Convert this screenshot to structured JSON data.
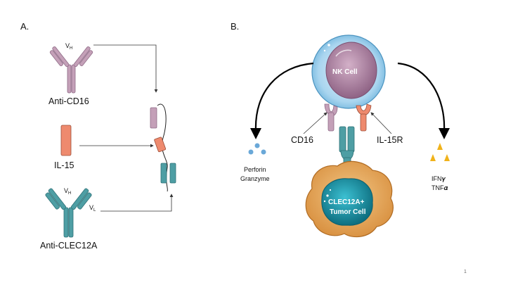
{
  "panels": {
    "a_label": "A.",
    "b_label": "B."
  },
  "panel_a": {
    "anti_cd16_label": "Anti-CD16",
    "vh_top": "V",
    "vh_top_sub": "H",
    "il15_label": "IL-15",
    "anti_clec12a_label": "Anti-CLEC12A",
    "vh_bottom": "V",
    "vh_bottom_sub": "H",
    "vl_bottom": "V",
    "vl_bottom_sub": "L"
  },
  "panel_b": {
    "nk_cell_label": "NK Cell",
    "tumor_cell_line1": "CLEC12A+",
    "tumor_cell_line2": "Tumor Cell",
    "cd16_label": "CD16",
    "il15r_label": "IL-15R",
    "perforin_label": "Perforin",
    "granzyme_label": "Granzyme",
    "ifn_label": "IFN𝜸",
    "tnf_label": "TNF𝜶"
  },
  "page_number": "1",
  "colors": {
    "mauve": "#c4a0b8",
    "mauve_dark": "#8e6a86",
    "salmon": "#ee8a6e",
    "teal": "#4e9ea4",
    "teal_dark": "#2f7177",
    "nk_blue": "#bfe0f3",
    "nk_nucleus": "#b98aac",
    "tumor_orange": "#e3a55e",
    "tumor_nucleus": "#1b95a8",
    "gold": "#f0b21a",
    "droplet_blue": "#6aa8d8"
  }
}
